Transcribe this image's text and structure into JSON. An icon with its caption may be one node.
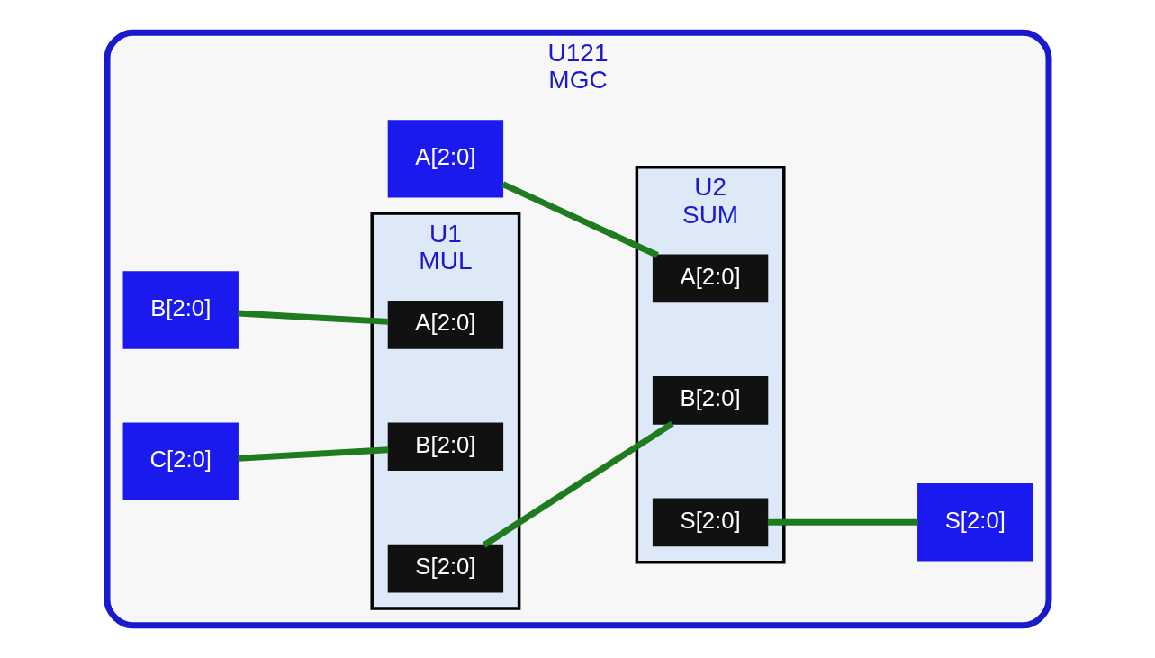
{
  "diagram": {
    "nodes": [
      {
        "text": [
          "U121",
          "MGC"
        ]
      },
      {
        "text": [
          "A[2:0]"
        ],
        "in": 0
      },
      {
        "text": [
          "B[2:0]"
        ],
        "in": 0
      },
      {
        "text": [
          "C[2:0]"
        ],
        "in": 0
      },
      {
        "text": [
          "U1",
          "MUL"
        ],
        "in": 0
      },
      {
        "text": [
          "A[2:0]"
        ],
        "in": 4
      },
      {
        "text": [
          "B[2:0]"
        ],
        "in": 4
      },
      {
        "text": [
          "S[2:0]"
        ],
        "in": 4
      },
      {
        "text": [
          "U2",
          "SUM"
        ],
        "in": 0
      },
      {
        "text": [
          "A[2:0]"
        ],
        "in": 8
      },
      {
        "text": [
          "B[2:0]"
        ],
        "in": 8
      },
      {
        "text": [
          "S[2:0]"
        ],
        "in": 8
      },
      {
        "text": [
          "S[2:0]"
        ],
        "in": 0
      }
    ],
    "edges": [
      {
        "from": 1,
        "to": 9,
        "arrow": "none"
      },
      {
        "from": 2,
        "to": 5,
        "arrow": "none"
      },
      {
        "from": 3,
        "to": 6,
        "arrow": "none"
      },
      {
        "from": 7,
        "to": 10,
        "arrow": "none"
      },
      {
        "from": 11,
        "to": 12,
        "arrow": "none"
      }
    ]
  }
}
